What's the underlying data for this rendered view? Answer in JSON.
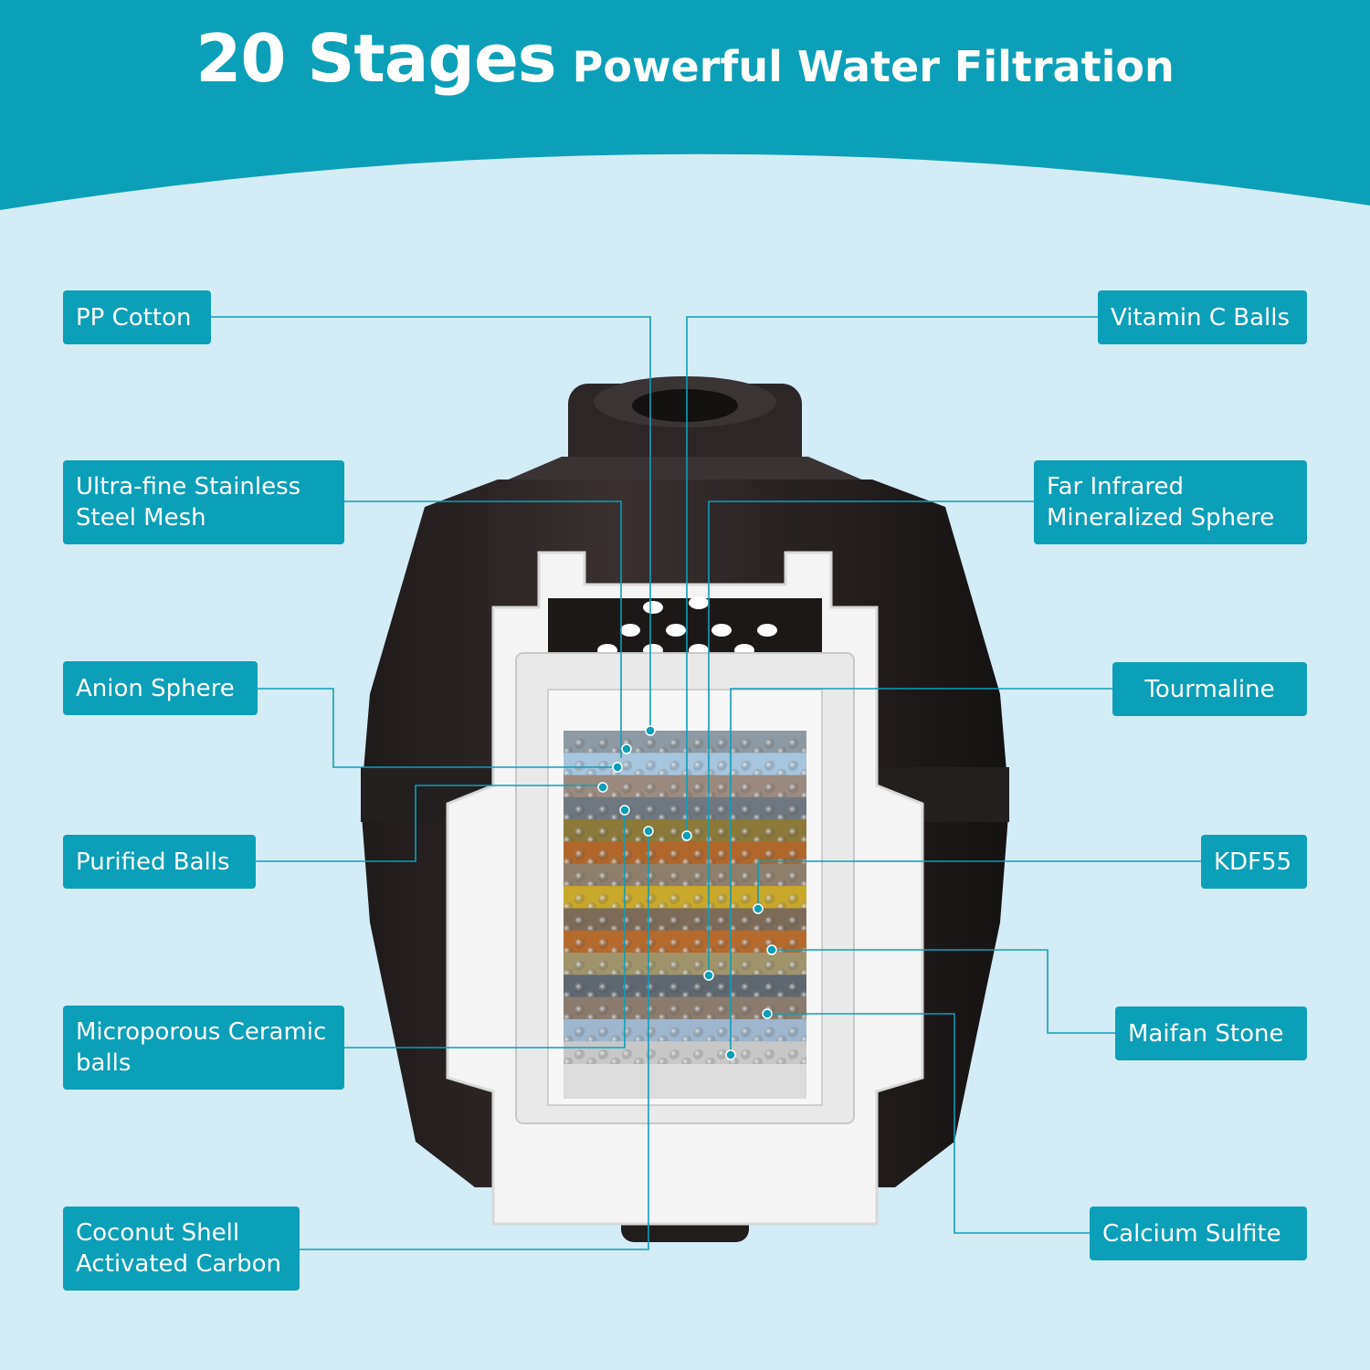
{
  "header": {
    "title_strong": "20 Stages",
    "title_rest": "Powerful Water Filtration"
  },
  "colors": {
    "accent": "#0c9fb8",
    "background": "#d3ecf6",
    "label_text": "#ffffff"
  },
  "labels": {
    "pp_cotton": "PP Cotton",
    "steel_mesh": "Ultra-fine Stainless\nSteel Mesh",
    "anion_sphere": "Anion Sphere",
    "purified_balls": "Purified Balls",
    "ceramic_balls": "Microporous Ceramic\nballs",
    "coconut_carbon": "Coconut Shell\nActivated Carbon",
    "vitamin_c": "Vitamin C Balls",
    "far_infrared": "Far Infrared\nMineralized Sphere",
    "tourmaline": "Tourmaline",
    "kdf55": "KDF55",
    "maifan_stone": "Maifan Stone",
    "calcium_sulfite": "Calcium Sulfite"
  }
}
